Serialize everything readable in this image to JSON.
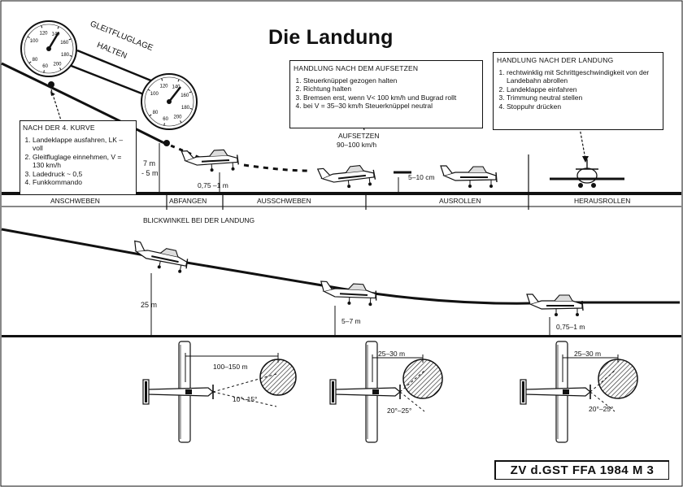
{
  "title": "Die Landung",
  "glide_label": [
    "GLEITFLUGLAGE",
    "HALTEN"
  ],
  "box_kurve": {
    "heading": "NACH DER 4. KURVE",
    "items": [
      "Landeklappe ausfahren, LK – voll",
      "Gleitfluglage einnehmen, V = 130 km/h",
      "Ladedruck ~ 0,5",
      "Funkkommando"
    ]
  },
  "box_aufsetzen": {
    "heading": "HANDLUNG NACH DEM AUFSETZEN",
    "items": [
      "Steuerknüppel gezogen halten",
      "Richtung halten",
      "Bremsen erst, wenn V< 100 km/h und Bugrad rollt",
      "bei V = 35–30 km/h Steuerknüppel neutral"
    ]
  },
  "box_landung": {
    "heading": "HANDLUNG NACH DER LANDUNG",
    "items": [
      "rechtwinklig mit Schrittgeschwindigkeit von der Landebahn abrollen",
      "Landeklappe einfahren",
      "Trimmung neutral stellen",
      "Stoppuhr drücken"
    ]
  },
  "aufsetzen_label": "AUFSETZEN",
  "aufsetzen_speed": "90–100 km/h",
  "height_7m": "7 m",
  "height_5m": "- 5 m",
  "height_075": "0,75 –1 m",
  "gap_cm": "5–10 cm",
  "phases": [
    "ANSCHWEBEN",
    "ABFANGEN",
    "AUSSCHWEBEN",
    "AUSROLLEN",
    "HERAUSROLLEN"
  ],
  "view_title": "BLICKWINKEL BEI DER LANDUNG",
  "view_h1": "25 m",
  "view_h2": "5–7 m",
  "view_h3": "0,75–1 m",
  "dist": [
    "100–150 m",
    "25–30 m",
    "25–30 m"
  ],
  "angles": [
    "10°–15°",
    "20°–25°",
    "20°–25°"
  ],
  "gauge_ticks": [
    "100",
    "120",
    "140",
    "160",
    "180",
    "200",
    "60",
    "80"
  ],
  "reference": "ZV d.GST  FFA 1984  M 3"
}
